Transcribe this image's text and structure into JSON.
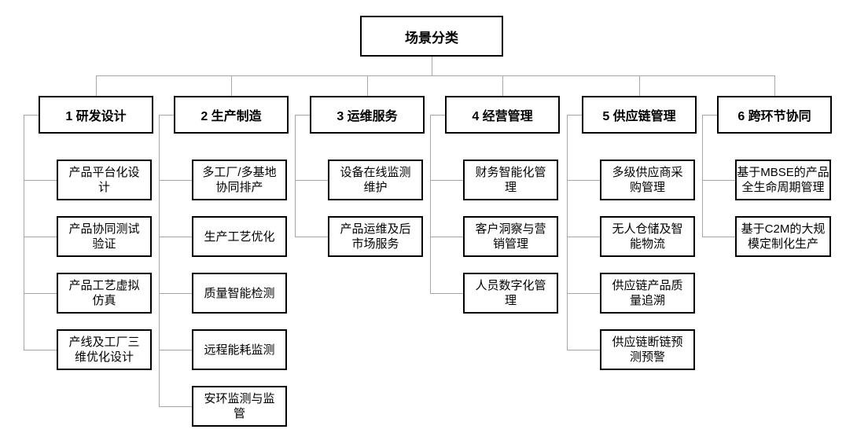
{
  "diagram": {
    "root_label": "场景分类",
    "branches": [
      {
        "label": "1 研发设计",
        "children": [
          "产品平台化设\n计",
          "产品协同测试\n验证",
          "产品工艺虚拟\n仿真",
          "产线及工厂三\n维优化设计"
        ]
      },
      {
        "label": "2 生产制造",
        "children": [
          "多工厂/多基地\n协同排产",
          "生产工艺优化",
          "质量智能检测",
          "远程能耗监测",
          "安环监测与监\n管"
        ]
      },
      {
        "label": "3 运维服务",
        "children": [
          "设备在线监测\n维护",
          "产品运维及后\n市场服务"
        ]
      },
      {
        "label": "4 经营管理",
        "children": [
          "财务智能化管\n理",
          "客户洞察与营\n销管理",
          "人员数字化管\n理"
        ]
      },
      {
        "label": "5 供应链管理",
        "children": [
          "多级供应商采\n购管理",
          "无人仓储及智\n能物流",
          "供应链产品质\n量追溯",
          "供应链断链预\n测预警"
        ]
      },
      {
        "label": "6 跨环节协同",
        "children": [
          "基于MBSE的产品\n全生命周期管理",
          "基于C2M的大规\n模定制化生产"
        ]
      }
    ],
    "colors": {
      "connector": "#a6a6a6",
      "box_border": "#000000",
      "text": "#000000",
      "background": "#ffffff"
    }
  }
}
